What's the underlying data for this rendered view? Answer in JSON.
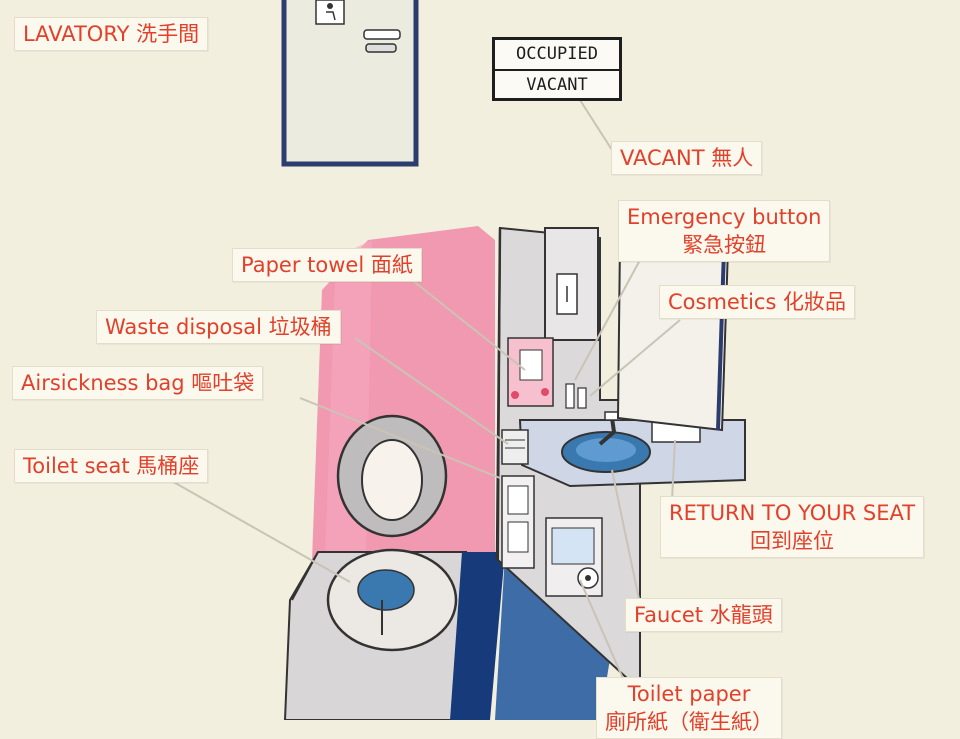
{
  "sign": {
    "occupied": "OCCUPIED",
    "vacant": "VACANT"
  },
  "labels": {
    "lavatory": "LAVATORY 洗手間",
    "vacant": "VACANT 無人",
    "emergency_button": {
      "en": "Emergency button",
      "zh": "緊急按鈕"
    },
    "paper_towel": "Paper towel 面紙",
    "cosmetics": "Cosmetics 化妝品",
    "waste_disposal": "Waste disposal 垃圾桶",
    "airsickness_bag": "Airsickness bag 嘔吐袋",
    "toilet_seat": "Toilet seat 馬桶座",
    "return_to_seat": {
      "en": "RETURN TO YOUR SEAT",
      "zh": "回到座位"
    },
    "faucet": "Faucet 水龍頭",
    "toilet_paper": {
      "en": "Toilet paper",
      "zh": "廁所紙（衛生紙）"
    }
  },
  "colors": {
    "label_text": "#e2402a",
    "label_bg": "#fbf8ee",
    "wall_pink": "#f08aa8",
    "floor_blue": "#173a7a",
    "water_blue": "#3a78b0",
    "line": "#2a2a2a",
    "background": "#f3efdf"
  }
}
